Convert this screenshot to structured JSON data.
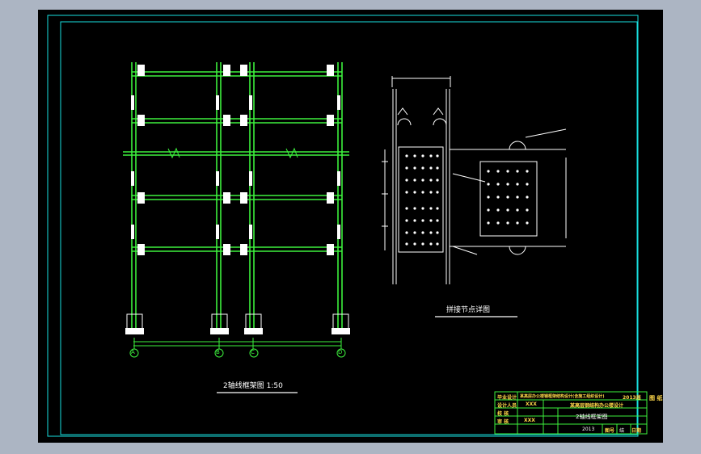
{
  "drawing": {
    "frame_title": "2轴线框架图 1:50",
    "detail_title": "拼接节点详图"
  },
  "axes": {
    "labels": [
      "A",
      "B",
      "C",
      "D"
    ]
  },
  "title_block": {
    "row1_left": "毕业设计",
    "row1_mid": "某高层办公楼钢框架结构设计(含施工组织设计)",
    "row1_right": "2013届",
    "row2_left": "设计人员",
    "row2_mid": "XXX",
    "row2_right": "某高层钢结构办公楼设计",
    "row3_left": "校 核",
    "row4_left": "审 核",
    "row4_mid": "XXX",
    "drawing_name": "2轴线框架图",
    "sheet_no_label": "图号",
    "sheet_no": "结",
    "date_label": "日期",
    "date_value": "2013",
    "side_note": "图 纸"
  },
  "colors": {
    "background": "#acb5c3",
    "sheet": "#000000",
    "frame_green": "#3df03d",
    "frame_cyan": "#18e0e0",
    "text_white": "#ffffff",
    "text_yellow": "#ffd84a"
  }
}
